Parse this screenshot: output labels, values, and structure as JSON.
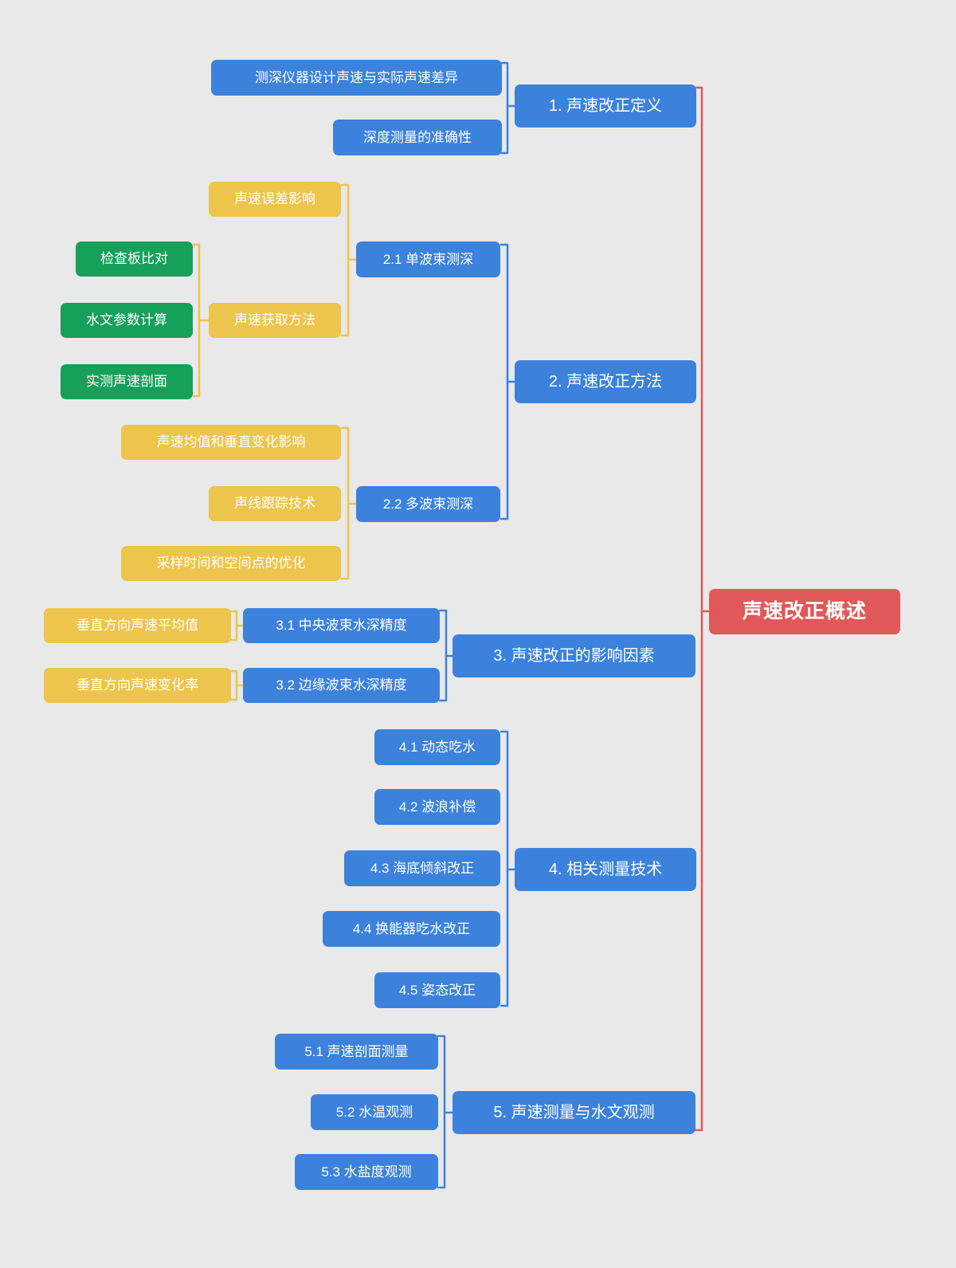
{
  "mindmap": {
    "root": {
      "label": "声速改正概述"
    },
    "branches": [
      {
        "label": "1. 声速改正定义",
        "children": [
          {
            "label": "测深仪器设计声速与实际声速差异"
          },
          {
            "label": "深度测量的准确性"
          }
        ]
      },
      {
        "label": "2. 声速改正方法",
        "children": [
          {
            "label": "2.1 单波束测深",
            "children": [
              {
                "label": "声速误差影响"
              },
              {
                "label": "声速获取方法",
                "children": [
                  {
                    "label": "检查板比对"
                  },
                  {
                    "label": "水文参数计算"
                  },
                  {
                    "label": "实测声速剖面"
                  }
                ]
              }
            ]
          },
          {
            "label": "2.2 多波束测深",
            "children": [
              {
                "label": "声速均值和垂直变化影响"
              },
              {
                "label": "声线跟踪技术"
              },
              {
                "label": "采样时间和空间点的优化"
              }
            ]
          }
        ]
      },
      {
        "label": "3. 声速改正的影响因素",
        "children": [
          {
            "label": "3.1 中央波束水深精度",
            "children": [
              {
                "label": "垂直方向声速平均值"
              }
            ]
          },
          {
            "label": "3.2 边缘波束水深精度",
            "children": [
              {
                "label": "垂直方向声速变化率"
              }
            ]
          }
        ]
      },
      {
        "label": "4. 相关测量技术",
        "children": [
          {
            "label": "4.1 动态吃水"
          },
          {
            "label": "4.2 波浪补偿"
          },
          {
            "label": "4.3 海底倾斜改正"
          },
          {
            "label": "4.4 换能器吃水改正"
          },
          {
            "label": "4.5 姿态改正"
          }
        ]
      },
      {
        "label": "5. 声速测量与水文观测",
        "children": [
          {
            "label": "5.1 声速剖面测量"
          },
          {
            "label": "5.2 水温观测"
          },
          {
            "label": "5.3 水盐度观测"
          }
        ]
      }
    ]
  },
  "colors": {
    "background": "#e9e9e9",
    "root": "#e05858",
    "branch_blue": "#3c82dc",
    "accent_yellow": "#edc44c",
    "accent_green": "#17a05a",
    "text": "#ffffff"
  }
}
